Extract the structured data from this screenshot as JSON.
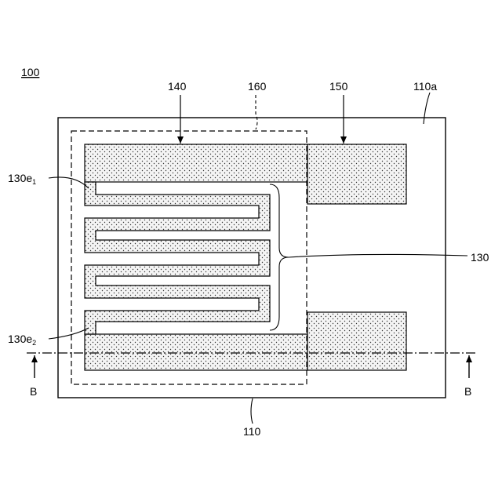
{
  "figure": {
    "ref_main": "100",
    "substrate": "110",
    "substrate_surface": "110a",
    "resistor": "130",
    "end1": {
      "base": "130e",
      "sub": "1"
    },
    "end2": {
      "base": "130e",
      "sub": "2"
    },
    "electrode_left": "140",
    "electrode_right": "150",
    "cover": "160",
    "section_left": "B",
    "section_right": "B"
  }
}
